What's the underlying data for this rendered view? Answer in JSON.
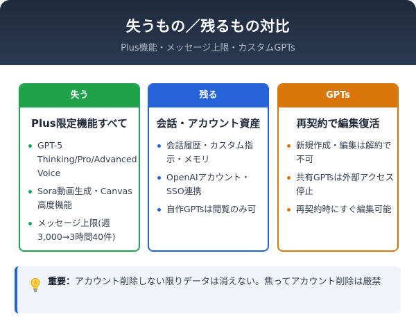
{
  "header": {
    "title": "失うもの／残るもの対比",
    "subtitle": "Plus機能・メッセージ上限・カスタムGPTs"
  },
  "cards": [
    {
      "tab": "失う",
      "title": "Plus限定機能すべて",
      "items": [
        "GPT-5 Thinking/Pro/Advanced Voice",
        "Sora動画生成・Canvas高度機能",
        "メッセージ上限(週3,000→3時間40件)"
      ]
    },
    {
      "tab": "残る",
      "title": "会話・アカウント資産",
      "items": [
        "会話履歴・カスタム指示・メモリ",
        "OpenAIアカウント・SSO連携",
        "自作GPTsは閲覧のみ可"
      ]
    },
    {
      "tab": "GPTs",
      "title": "再契約で編集復活",
      "items": [
        "新規作成・編集は解約で不可",
        "共有GPTsは外部アクセス停止",
        "再契約時にすぐ編集可能"
      ]
    }
  ],
  "note": {
    "icon": "lightbulb-icon",
    "label": "重要：",
    "text": "アカウント削除しない限りデータは消えない。焦ってアカウント削除は厳禁"
  },
  "colors": {
    "lose": "#1fa34a",
    "keep": "#2563d8",
    "gpts": "#d9760a",
    "header_bg": "#1f2a3d"
  }
}
